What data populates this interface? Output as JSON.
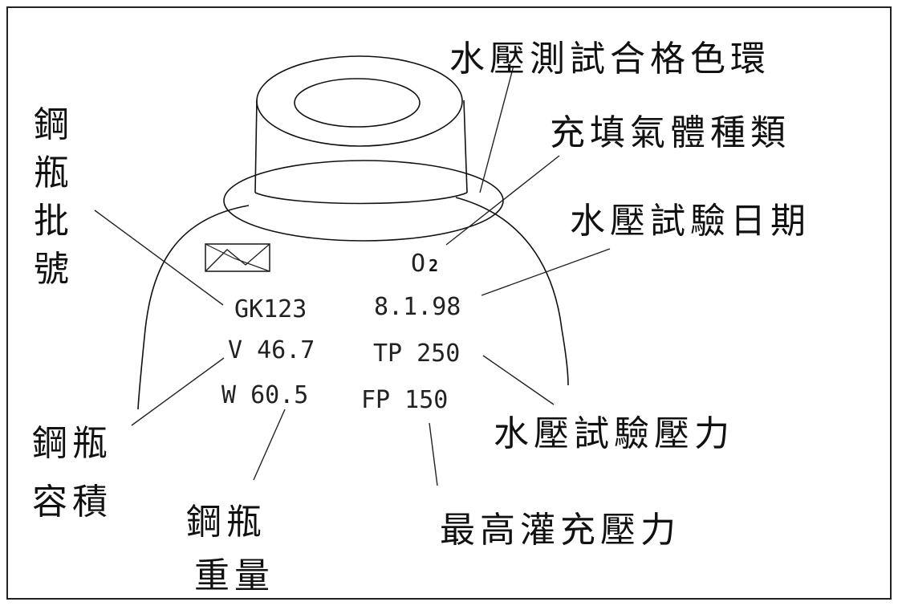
{
  "labels": {
    "ring": "水壓測試合格色環",
    "gas": "充填氣體種類",
    "test_date": "水壓試驗日期",
    "test_pressure": "水壓試驗壓力",
    "fill_pressure": "最高灌充壓力",
    "batch": [
      "鋼",
      "瓶",
      "批",
      "號"
    ],
    "capacity": [
      "鋼瓶",
      "容積"
    ],
    "weight": [
      "鋼瓶",
      "重量"
    ]
  },
  "cylinder": {
    "gas_symbol": "O",
    "gas_subscript": "2",
    "serial": "GK123",
    "date": "8.1.98",
    "volume": "V 46.7",
    "tp": "TP 250",
    "weight": "W 60.5",
    "fp": "FP 150"
  }
}
